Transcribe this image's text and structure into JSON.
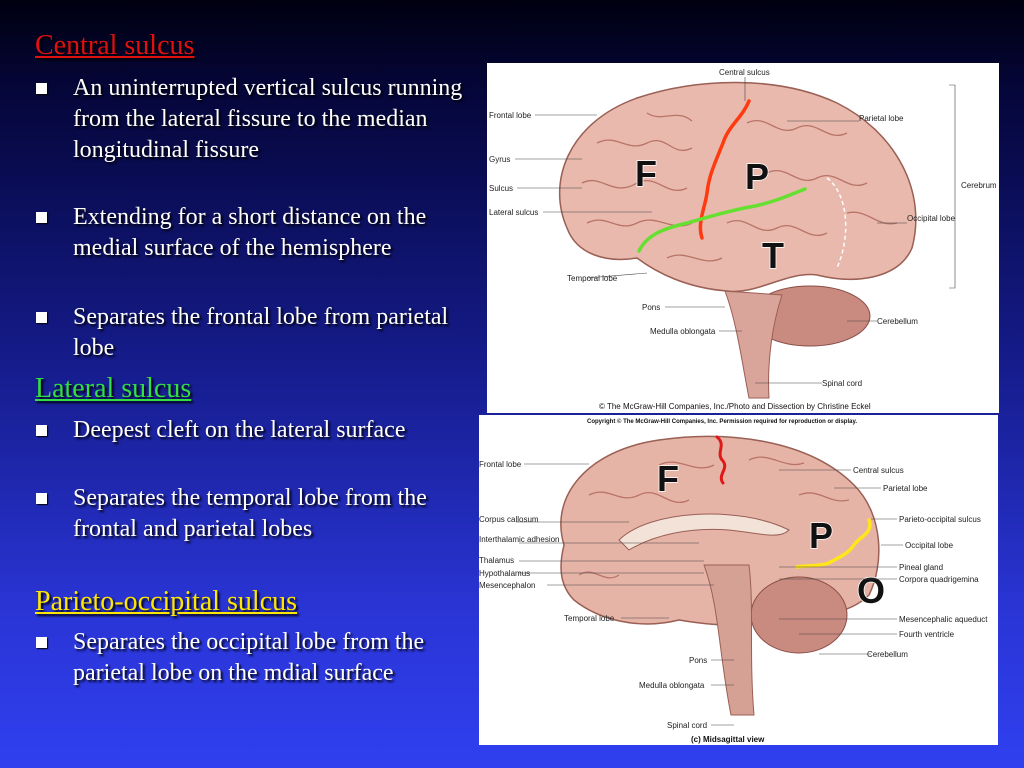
{
  "colors": {
    "central_heading": "#e01010",
    "lateral_heading": "#33dd44",
    "parieto_heading": "#ffe600",
    "central_line": "#ff3a10",
    "lateral_line": "#66e030",
    "parieto_line": "#ffe61a"
  },
  "sections": [
    {
      "heading": "Central sulcus",
      "bullets": [
        "An uninterrupted vertical sulcus running from the lateral fissure to the median longitudinal fissure",
        "Extending for a short distance on the medial surface of the hemisphere",
        "Separates the frontal lobe from parietal lobe"
      ]
    },
    {
      "heading": "Lateral sulcus",
      "bullets": [
        "Deepest cleft on the lateral surface",
        "Separates the temporal lobe from the frontal and parietal lobes"
      ]
    },
    {
      "heading": "Parieto-occipital sulcus",
      "bullets": [
        "Separates the occipital lobe from the parietal lobe on the mdial surface"
      ]
    }
  ],
  "lateral_view": {
    "labels": {
      "central_sulcus": "Central sulcus",
      "frontal_lobe": "Frontal lobe",
      "parietal_lobe": "Parietal lobe",
      "gyrus": "Gyrus",
      "sulcus": "Sulcus",
      "lateral_sulcus": "Lateral sulcus",
      "cerebrum": "Cerebrum",
      "occipital_lobe": "Occipital lobe",
      "temporal_lobe": "Temporal lobe",
      "pons": "Pons",
      "cerebellum": "Cerebellum",
      "medulla_oblongata": "Medulla oblongata",
      "spinal_cord": "Spinal cord"
    },
    "letters": {
      "f": "F",
      "p": "P",
      "t": "T"
    },
    "credit": "© The McGraw-Hill Companies, Inc./Photo and Dissection by Christine Eckel"
  },
  "midsagittal_view": {
    "copyright": "Copyright © The McGraw-Hill Companies, Inc. Permission required for reproduction or display.",
    "labels": {
      "frontal_lobe": "Frontal lobe",
      "central_sulcus": "Central sulcus",
      "parietal_lobe": "Parietal lobe",
      "corpus_callosum": "Corpus callosum",
      "interthalamic_adhesion": "Interthalamic adhesion",
      "thalamus": "Thalamus",
      "hypothalamus": "Hypothalamus",
      "mesencephalon": "Mesencephalon",
      "parieto_occipital_sulcus": "Parieto-occipital sulcus",
      "occipital_lobe": "Occipital lobe",
      "pineal_gland": "Pineal gland",
      "corpora_quadrigemina": "Corpora quadrigemina",
      "temporal_lobe": "Temporal lobe",
      "mesencephalic_aqueduct": "Mesencephalic aqueduct",
      "fourth_ventricle": "Fourth ventricle",
      "pons": "Pons",
      "cerebellum": "Cerebellum",
      "medulla_oblongata": "Medulla oblongata",
      "spinal_cord": "Spinal cord"
    },
    "letters": {
      "f": "F",
      "p": "P",
      "o": "O"
    },
    "caption": "(c) Midsagittal view"
  }
}
